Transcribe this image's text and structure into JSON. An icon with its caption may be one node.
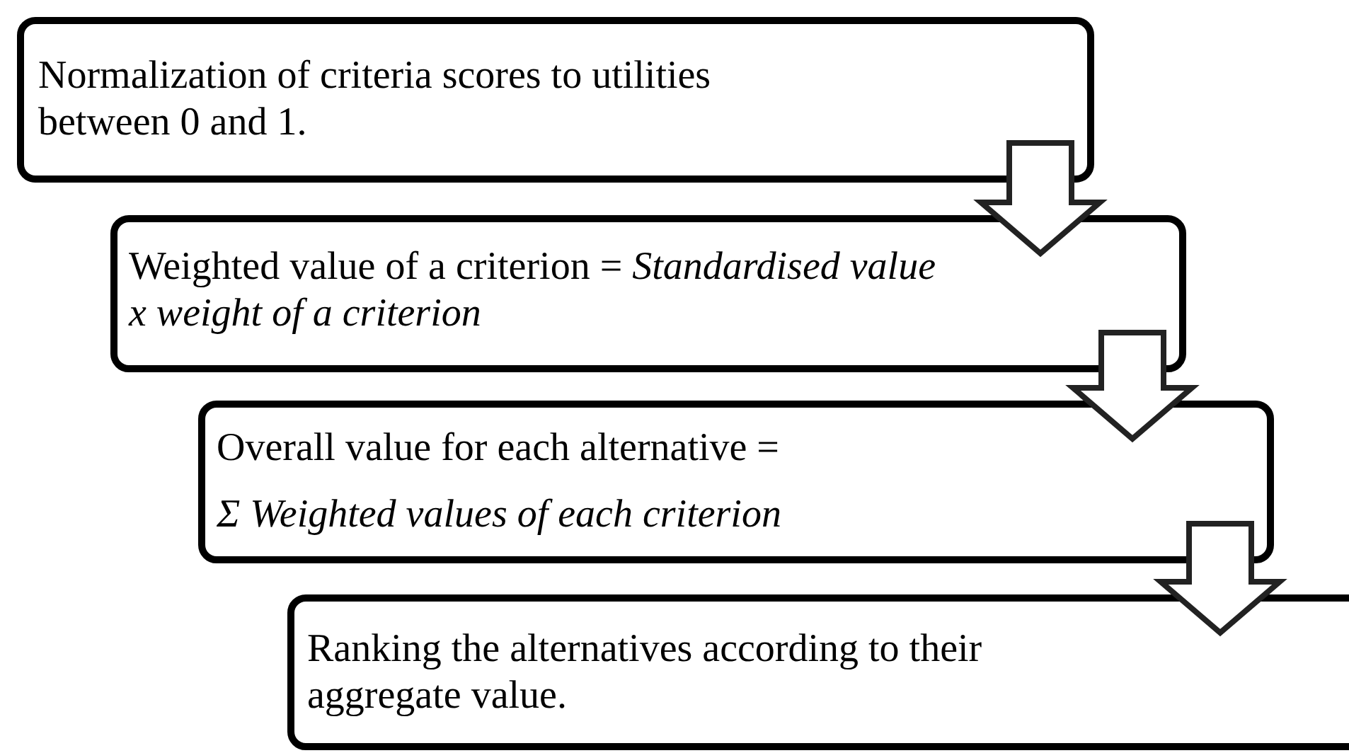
{
  "diagram": {
    "nodes": [
      {
        "text": [
          "Normalization of criteria scores to utilities between 0 and 1."
        ]
      },
      {
        "text": [
          "Weighted value of a criterion = *Standardised value x weight of a criterion*"
        ]
      },
      {
        "text": [
          "Overall value for each alternative =",
          "Σ Weighted values of each criterion"
        ]
      },
      {
        "text": [
          "Ranking the alternatives according to their aggregate value."
        ]
      }
    ],
    "edges": [
      {
        "from": 0,
        "to": 1,
        "arrow": "to"
      },
      {
        "from": 1,
        "to": 2,
        "arrow": "to"
      },
      {
        "from": 2,
        "to": 3,
        "arrow": "to"
      }
    ]
  }
}
